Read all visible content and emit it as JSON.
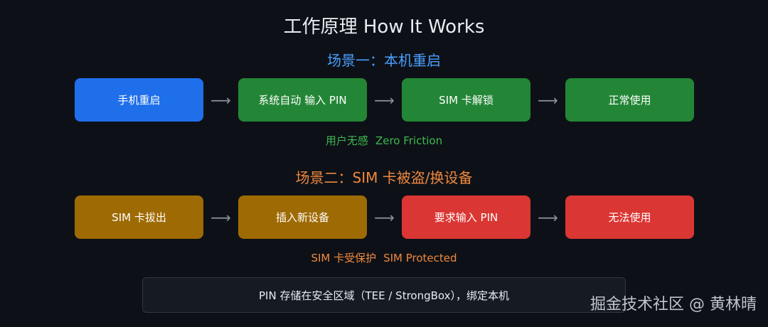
{
  "title": "工作原理 How It Works",
  "scenario1": {
    "heading": "场景一：本机重启",
    "steps": [
      "手机重启",
      "系统自动 输入 PIN",
      "SIM 卡解锁",
      "正常使用"
    ],
    "arrow": "⟶",
    "caption_cn": "用户无感",
    "caption_en": "Zero Friction",
    "colors": {
      "first": "#1f6feb",
      "rest": "#238636",
      "caption": "#3fb950",
      "heading": "#4a9eff"
    }
  },
  "scenario2": {
    "heading": "场景二：SIM 卡被盗/换设备",
    "steps": [
      "SIM 卡拔出",
      "插入新设备",
      "要求输入 PIN",
      "无法使用"
    ],
    "arrow": "⟶",
    "caption_cn": "SIM 卡受保护",
    "caption_en": "SIM Protected",
    "colors": {
      "warning": "#9e6a03",
      "danger": "#da3633",
      "caption": "#f0883e",
      "heading": "#f0883e"
    }
  },
  "note": "PIN 存储在安全区域（TEE / StrongBox），绑定本机",
  "watermark": "掘金技术社区 @ 黄林晴"
}
